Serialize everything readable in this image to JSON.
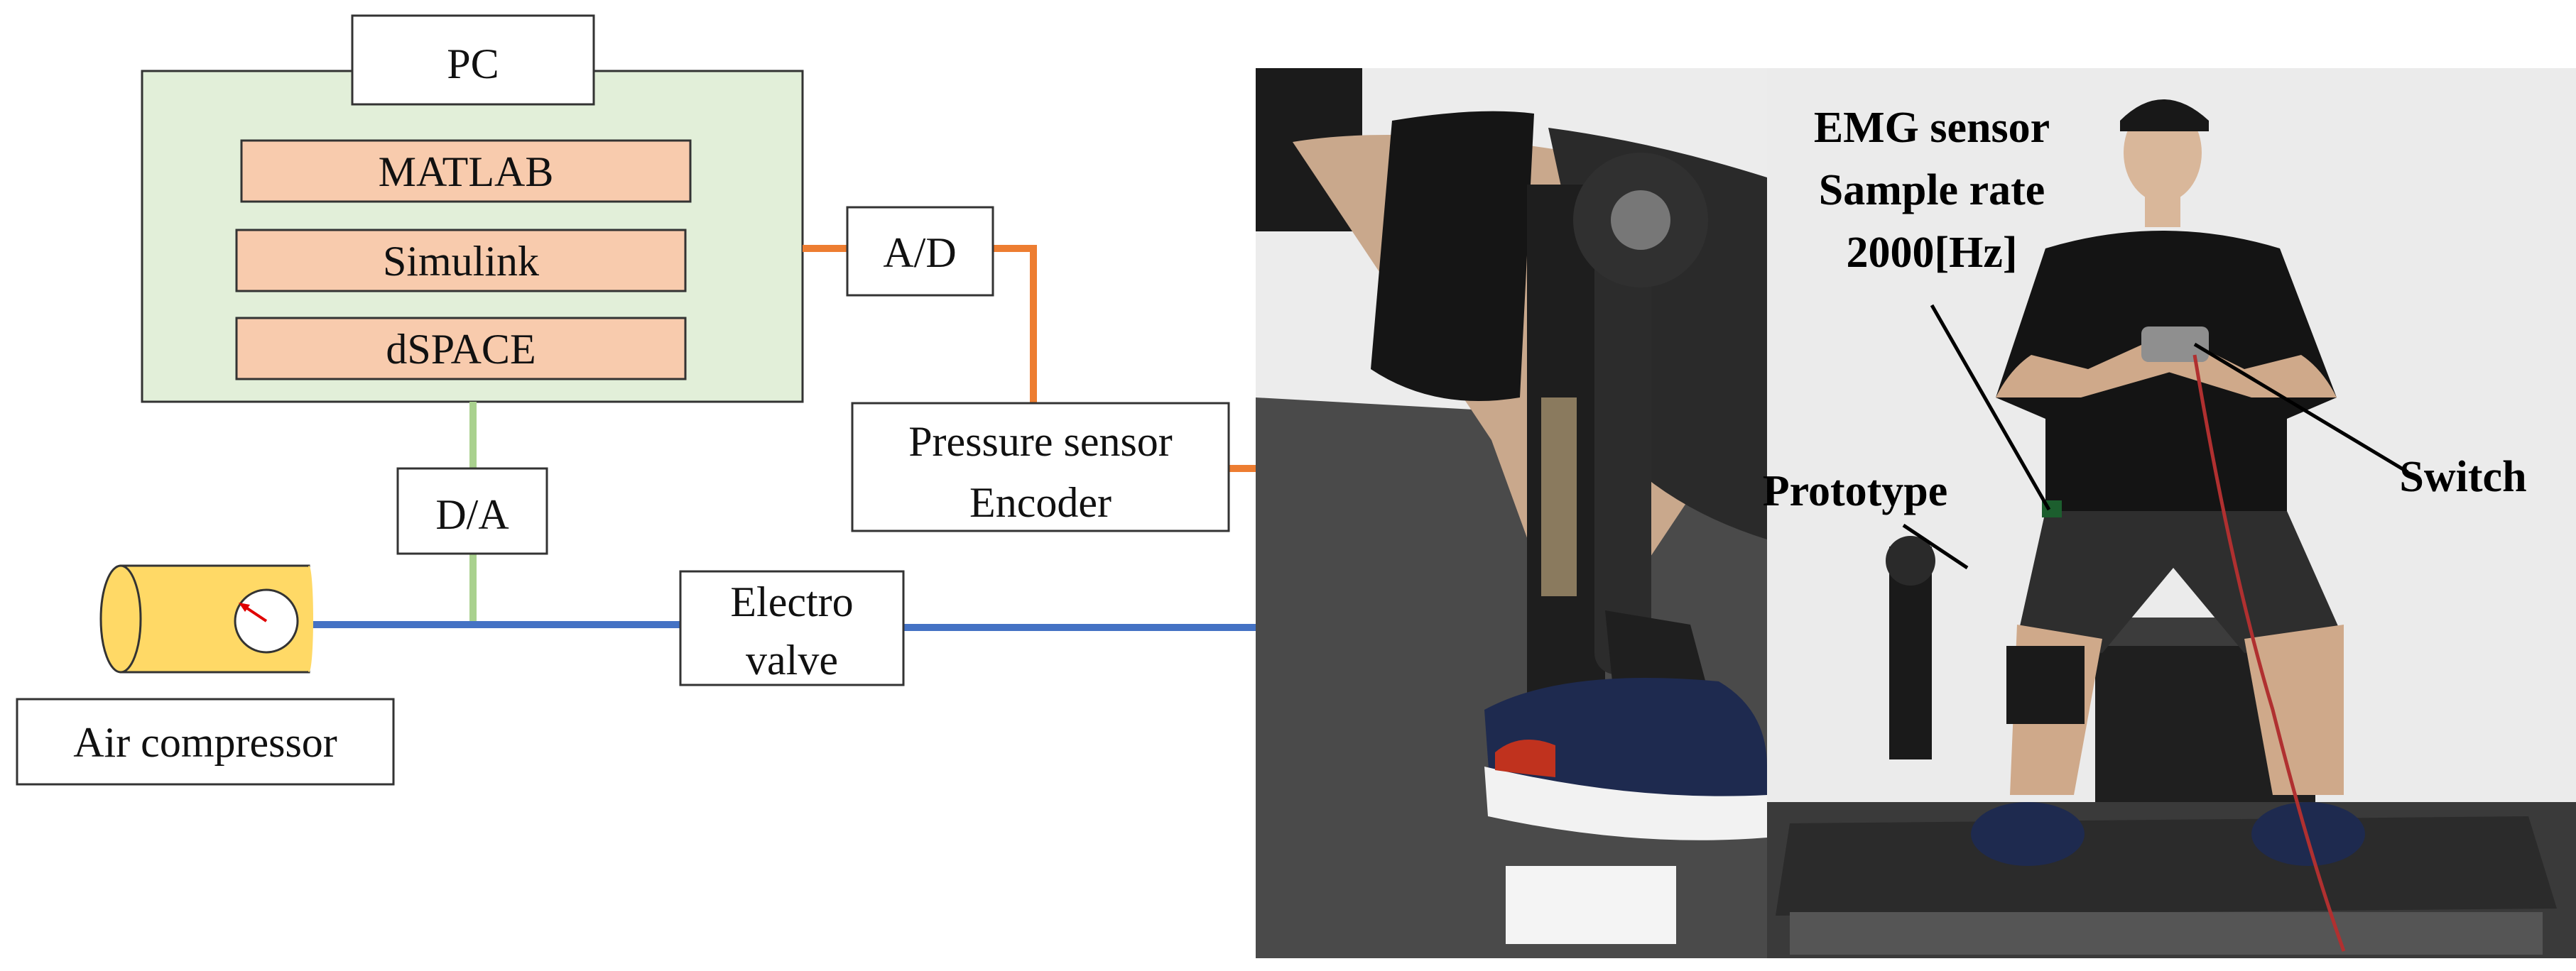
{
  "diagram": {
    "pc": {
      "label": "PC"
    },
    "software": {
      "matlab": "MATLAB",
      "simulink": "Simulink",
      "dspace": "dSPACE"
    },
    "ad": {
      "label": "A/D"
    },
    "da": {
      "label": "D/A"
    },
    "sensor": {
      "line1": "Pressure sensor",
      "line2": "Encoder"
    },
    "valve": {
      "line1": "Electro",
      "line2": "valve"
    },
    "compressor": {
      "label": "Air compressor"
    },
    "colors": {
      "pc_fill": "#e2efd9",
      "software_fill": "#f8cbad",
      "compressor_fill": "#ffd966",
      "signal_orange": "#ed7d31",
      "signal_green": "#a9d18e",
      "air_blue": "#4472c4"
    }
  },
  "photos": {
    "left": {
      "description_icon": "knee-exoskeleton-photo"
    },
    "right": {
      "emg_line1": "EMG sensor",
      "emg_line2": "Sample rate",
      "emg_line3": "2000[Hz]",
      "prototype_label": "Prototype",
      "switch_label": "Switch"
    }
  }
}
